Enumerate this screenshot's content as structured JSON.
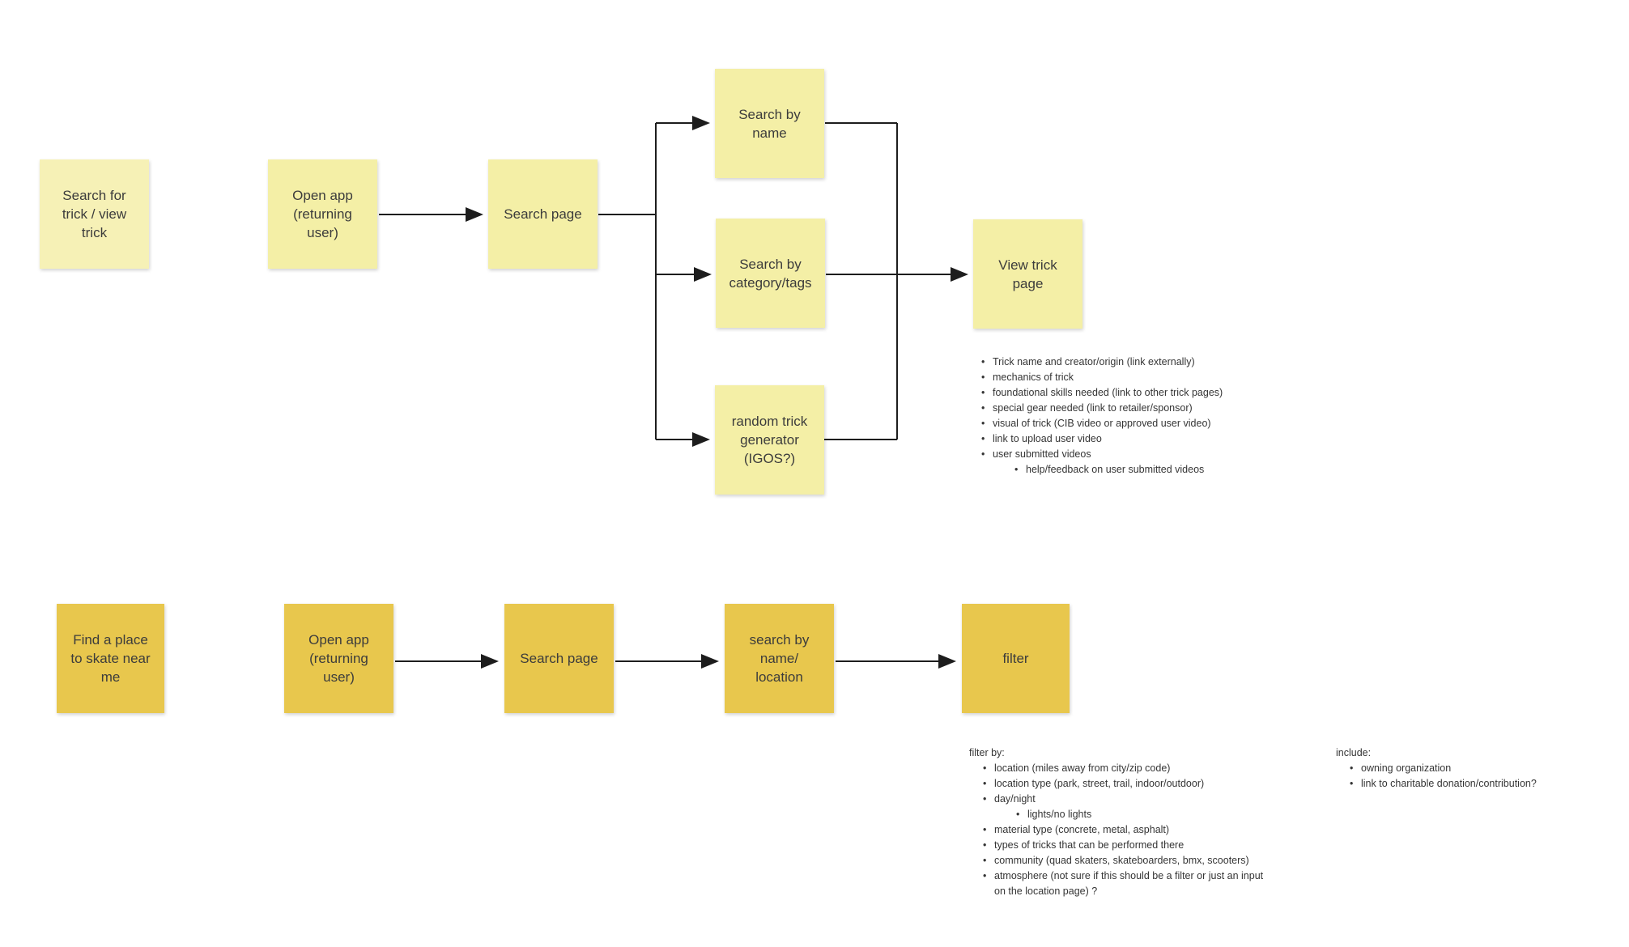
{
  "board": {
    "background": "#ffffff"
  },
  "colors": {
    "sticky_light_goal": "#F6F1B6",
    "sticky_light": "#F4EFA6",
    "sticky_gold": "#E8C74D",
    "connector": "#1d1d1d",
    "text": "#3c3c3c"
  },
  "trick_flow": {
    "goal": "Search for\ntrick / view\ntrick",
    "open_app": "Open app\n(returning\nuser)",
    "search_page": "Search page",
    "search_by_name": "Search by\nname",
    "search_by_category": "Search by\ncategory/tags",
    "random_generator": "random trick\ngenerator\n(IGOS?)",
    "view_trick_page": "View trick\npage",
    "notes": {
      "items": [
        "Trick name and creator/origin (link externally)",
        "mechanics of trick",
        "foundational skills needed (link to other trick pages)",
        "special gear needed (link to retailer/sponsor)",
        "visual of trick (CIB video or approved user video)",
        "link to upload user video",
        "user submitted videos"
      ],
      "sub_item": "help/feedback on user submitted videos"
    }
  },
  "place_flow": {
    "goal": "Find a place\nto skate near\nme",
    "open_app": "Open app\n(returning\nuser)",
    "search_page": "Search page",
    "search_by_name_location": "search by\nname/\nlocation",
    "filter": "filter",
    "filter_by": {
      "title": "filter by:",
      "items_before_sub": [
        "location (miles away from city/zip code)",
        "location type (park, street, trail, indoor/outdoor)",
        "day/night"
      ],
      "sub_item": "lights/no lights",
      "items_after_sub": [
        "material type (concrete, metal, asphalt)",
        "types of tricks that can be performed there",
        "community (quad skaters, skateboarders, bmx, scooters)",
        "atmosphere (not sure if this should be a filter or just an input\non the location page) ?"
      ]
    },
    "include": {
      "title": "include:",
      "items": [
        "owning organization",
        "link to charitable donation/contribution?"
      ]
    }
  }
}
